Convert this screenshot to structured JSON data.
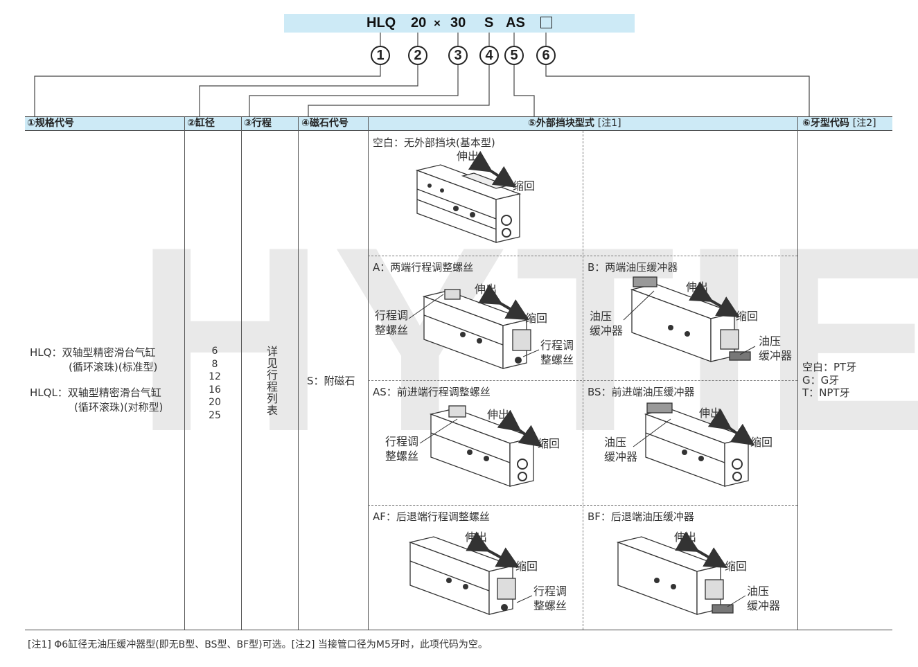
{
  "watermark": "HYTIE",
  "model_code": {
    "p1": "HLQ",
    "p2": "20",
    "times": "×",
    "p3": "30",
    "p4": "S",
    "p5": "AS",
    "p6": "□"
  },
  "circled": [
    "1",
    "2",
    "3",
    "4",
    "5",
    "6"
  ],
  "headers": [
    {
      "label": "①规格代号"
    },
    {
      "label": "②缸径"
    },
    {
      "label": "③行程"
    },
    {
      "label": "④磁石代号"
    },
    {
      "label": "⑤外部挡块型式",
      "note": "[注1]"
    },
    {
      "label": "⑥牙型代码",
      "note": "[注2]"
    }
  ],
  "spec": {
    "hlq_line1": "HLQ：双轴型精密滑台气缸",
    "hlq_line2": "(循环滚珠)(标准型)",
    "hlql_line1": "HLQL：双轴型精密滑台气缸",
    "hlql_line2": "(循环滚珠)(对称型)"
  },
  "bores": [
    "6",
    "8",
    "12",
    "16",
    "20",
    "25"
  ],
  "stroke_text": [
    "详",
    "见",
    "行",
    "程",
    "列",
    "表"
  ],
  "magnet": "S：附磁石",
  "stopper_types": {
    "blank": "空白：无外部挡块(基本型)",
    "A": "A：两端行程调整螺丝",
    "B": "B：两端油压缓冲器",
    "AS": "AS：前进端行程调整螺丝",
    "BS": "BS：前进端油压缓冲器",
    "AF": "AF：后退端行程调整螺丝",
    "BF": "BF：后退端油压缓冲器"
  },
  "diagram_labels": {
    "extend": "伸出",
    "retract": "缩回",
    "adj_screw_1": "行程调",
    "adj_screw_2": "整螺丝",
    "shock_1": "油压",
    "shock_2": "缓冲器"
  },
  "thread": {
    "blank": "空白：PT牙",
    "G": "G：G牙",
    "T": "T：NPT牙"
  },
  "footnote": "[注1] Φ6缸径无油压缓冲器型(即无B型、BS型、BF型)可选。[注2] 当接管口径为M5牙时，此项代码为空。",
  "colors": {
    "header_bg": "#cdeaf6",
    "watermark": "#e9e9e9",
    "line": "#444444"
  }
}
